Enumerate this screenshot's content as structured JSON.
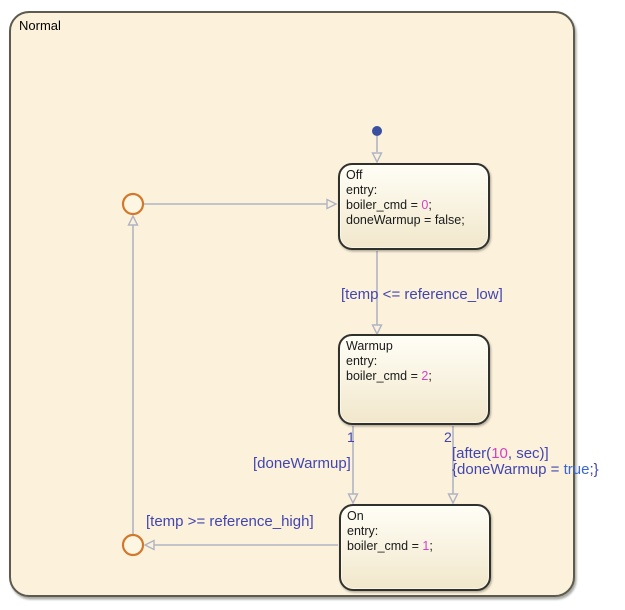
{
  "colors": {
    "canvas_bg": "#ffffff",
    "chart_bg": "#fcf2dc",
    "chart_border": "#5c5b4e",
    "state_fill_top": "#fffef6",
    "state_fill_bottom": "#f1e7cb",
    "state_border": "#31312b",
    "state_text": "#1a1a1a",
    "transition_line": "#b0b3c4",
    "transition_label": "#4245b0",
    "keyword_blue": "#3a66d4",
    "literal_magenta": "#d53fc4",
    "junction_stroke": "#d2782e",
    "junction_fill": "#fdf6e3",
    "initial_dot": "#3a4f9f"
  },
  "outer_state": {
    "label": "Normal"
  },
  "states": {
    "off": {
      "title": "Off",
      "entry_label": "entry:",
      "cmd_pre": "boiler_cmd = ",
      "cmd_val": "0",
      "cmd_post": ";",
      "extra_line": "doneWarmup = false;"
    },
    "warmup": {
      "title": "Warmup",
      "entry_label": "entry:",
      "cmd_pre": "boiler_cmd = ",
      "cmd_val": "2",
      "cmd_post": ";"
    },
    "on": {
      "title": "On",
      "entry_label": "entry:",
      "cmd_pre": "boiler_cmd = ",
      "cmd_val": "1",
      "cmd_post": ";"
    }
  },
  "transitions": {
    "off_to_warmup": {
      "condition": "[temp <= reference_low]"
    },
    "warmup_to_on_1": {
      "order": "1",
      "condition": "[doneWarmup]"
    },
    "warmup_to_on_2": {
      "order": "2",
      "cond_pre": "[after(",
      "cond_val": "10",
      "cond_post": ", sec)]",
      "action_pre": "{doneWarmup = ",
      "action_val": "true",
      "action_post": ";}"
    },
    "on_to_junction": {
      "condition": "[temp >= reference_high]"
    }
  }
}
